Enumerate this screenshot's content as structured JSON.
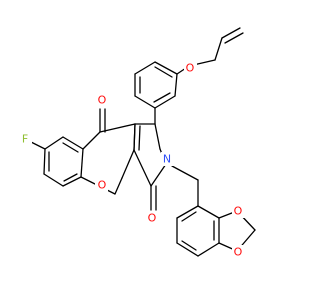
{
  "molecule": {
    "atom_labels": {
      "fluorine": "F",
      "ketone_oxygen": "O",
      "chromene_oxygen": "O",
      "lactam_oxygen": "O",
      "nitrogen": "N",
      "ether_oxygen": "O",
      "dioxole_oxygen_1": "O",
      "dioxole_oxygen_2": "O"
    },
    "colors": {
      "bond": "#000000",
      "oxygen": "#ff0d0d",
      "nitrogen": "#3050f8",
      "fluorine": "#8fbf30",
      "background": "#ffffff"
    }
  }
}
